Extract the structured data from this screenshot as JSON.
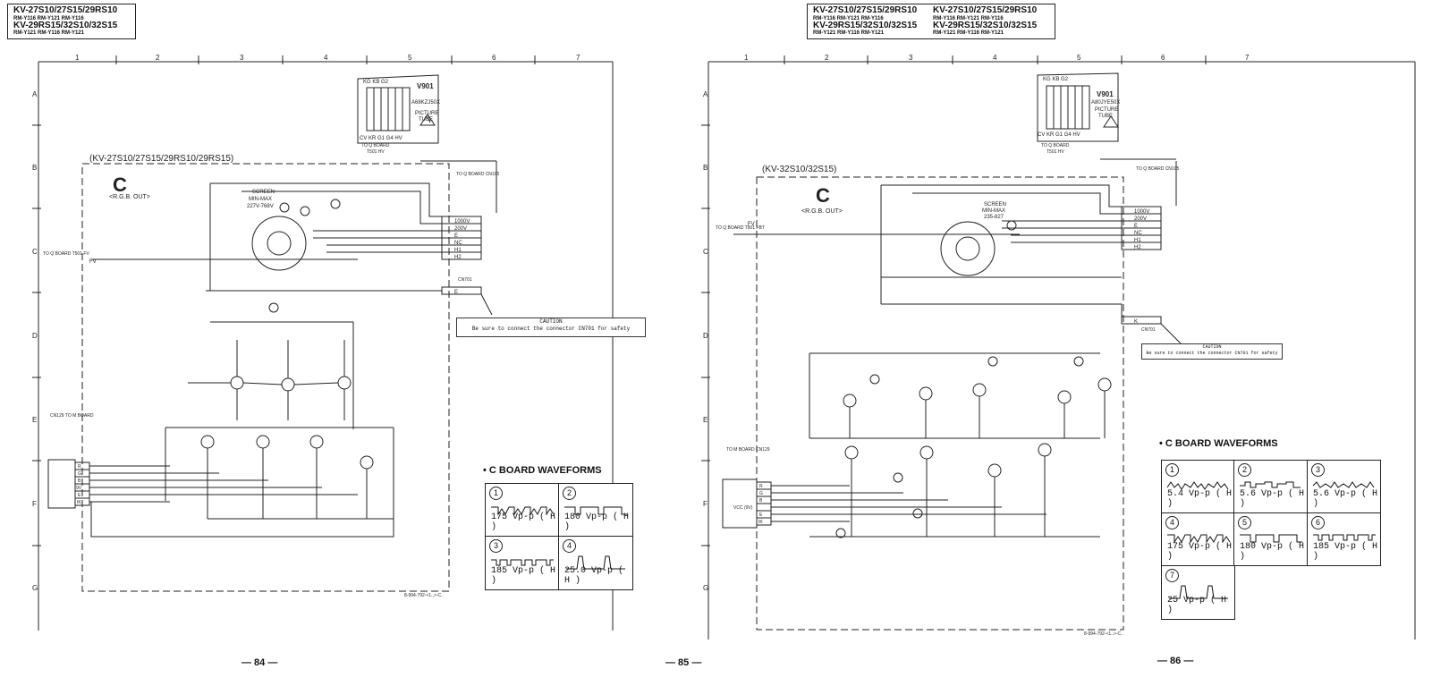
{
  "header_left": {
    "line1": "KV-27S10/27S15/29RS10",
    "line2": "RM-Y116  RM-Y121  RM-Y116",
    "line3": "KV-29RS15/32S10/32S15",
    "line4": "RM-Y121  RM-Y116  RM-Y121"
  },
  "header_right": {
    "col1_line1": "KV-27S10/27S15/29RS10",
    "col1_line2": "RM-Y116  RM-Y121  RM-Y116",
    "col1_line3": "KV-29RS15/32S10/32S15",
    "col1_line4": "RM-Y121  RM-Y116  RM-Y121",
    "col2_line1": "KV-27S10/27S15/29RS10",
    "col2_line2": "RM-Y116  RM-Y121  RM-Y116",
    "col2_line3": "KV-29RS15/32S10/32S15",
    "col2_line4": "RM-Y121  RM-Y116  RM-Y121"
  },
  "left_sheet": {
    "cols": [
      "1",
      "2",
      "3",
      "4",
      "5",
      "6",
      "7"
    ],
    "rows": [
      "A",
      "B",
      "C",
      "D",
      "E",
      "F",
      "G"
    ],
    "model_label": "(KV-27S10/27S15/29RS10/29RS15)",
    "board": "C",
    "board_sub": "<R.G.B. OUT>",
    "tube_id": "V901",
    "tube_part": "A68KZJ50X",
    "tube_name1": "PICTURE",
    "tube_name2": "TUBE",
    "pins_top": "KG KB G2",
    "pins_bottom": "CV  KR G1  G4  HV",
    "to_q": "TO Q BOARD",
    "t501": "T501 HV",
    "to_q_board_cn105": "TO Q BOARD CN105",
    "screen": "SCREEN",
    "screen_range": "MIN-MAX",
    "screen_volt": "227V-768V",
    "cn_rows": [
      "1000V",
      "200V",
      "E",
      "NC",
      "H1",
      "H2"
    ],
    "cn701": "CN701",
    "cn701_e": "E",
    "caution_title": "CAUTION",
    "caution_text": "Be sure to connect the connector CN701 for safety",
    "to_q_fv": "TO Q BOARD T501 FV",
    "fv": "FV",
    "cn129": "CN129 TO M BOARD",
    "cn_left_pins": [
      "R",
      "G",
      "B",
      "9V",
      "E",
      "IK"
    ],
    "footer_code": "8-994-792-<1..>-C..",
    "page": "— 84 —"
  },
  "right_sheet": {
    "cols": [
      "1",
      "2",
      "3",
      "4",
      "5",
      "6",
      "7"
    ],
    "rows": [
      "A",
      "B",
      "C",
      "D",
      "E",
      "F",
      "G"
    ],
    "model_label": "(KV-32S10/32S15)",
    "board": "C",
    "board_sub": "<R.G.B. OUT>",
    "tube_id": "V901",
    "tube_part": "A80JYE50X",
    "tube_name1": "PICTURE",
    "tube_name2": "TUBE",
    "pins_top": "KG KB G2",
    "pins_bottom": "CV  KR G1  G4  HV",
    "to_q": "TO Q BOARD",
    "t501": "T501 HV",
    "to_q_board_cn105": "TO Q BOARD CN105",
    "screen": "SCREEN",
    "screen_range": "MIN-MAX",
    "screen_volt": "235-827",
    "cn_rows": [
      "1000V",
      "200V",
      "E",
      "NC",
      "H1",
      "H2"
    ],
    "cn701": "CN701",
    "cn701_e": "K",
    "caution_title": "CAUTION",
    "caution_text": "Be sure to connect the connector CN701 for safety",
    "to_q_fv": "TO Q BOARD T501 FBT",
    "fv": "FV",
    "cn129": "TO M BOARD CN129",
    "cn_left_pins": [
      "R",
      "G",
      "B",
      "VCC (9V)",
      "E",
      "IK"
    ],
    "footer_code": "8-994-792-<1..>-C..",
    "page": "— 86 —"
  },
  "center_page": "— 85 —",
  "waveforms_left": {
    "title": "• C BOARD WAVEFORMS",
    "items": [
      {
        "num": "1",
        "value": "175 Vp-p ( H )"
      },
      {
        "num": "2",
        "value": "180 Vp-p ( H )"
      },
      {
        "num": "3",
        "value": "185 Vp-p ( H )"
      },
      {
        "num": "4",
        "value": "25.0 Vp-p ( H )"
      }
    ]
  },
  "waveforms_right": {
    "title": "• C BOARD WAVEFORMS",
    "items": [
      {
        "num": "1",
        "value": "5.4 Vp-p ( H )"
      },
      {
        "num": "2",
        "value": "5.6 Vp-p ( H )"
      },
      {
        "num": "3",
        "value": "5.6 Vp-p ( H )"
      },
      {
        "num": "4",
        "value": "175 Vp-p ( H )"
      },
      {
        "num": "5",
        "value": "180 Vp-p ( H )"
      },
      {
        "num": "6",
        "value": "185 Vp-p ( H )"
      },
      {
        "num": "7",
        "value": "25 Vp-p ( H )"
      }
    ]
  }
}
